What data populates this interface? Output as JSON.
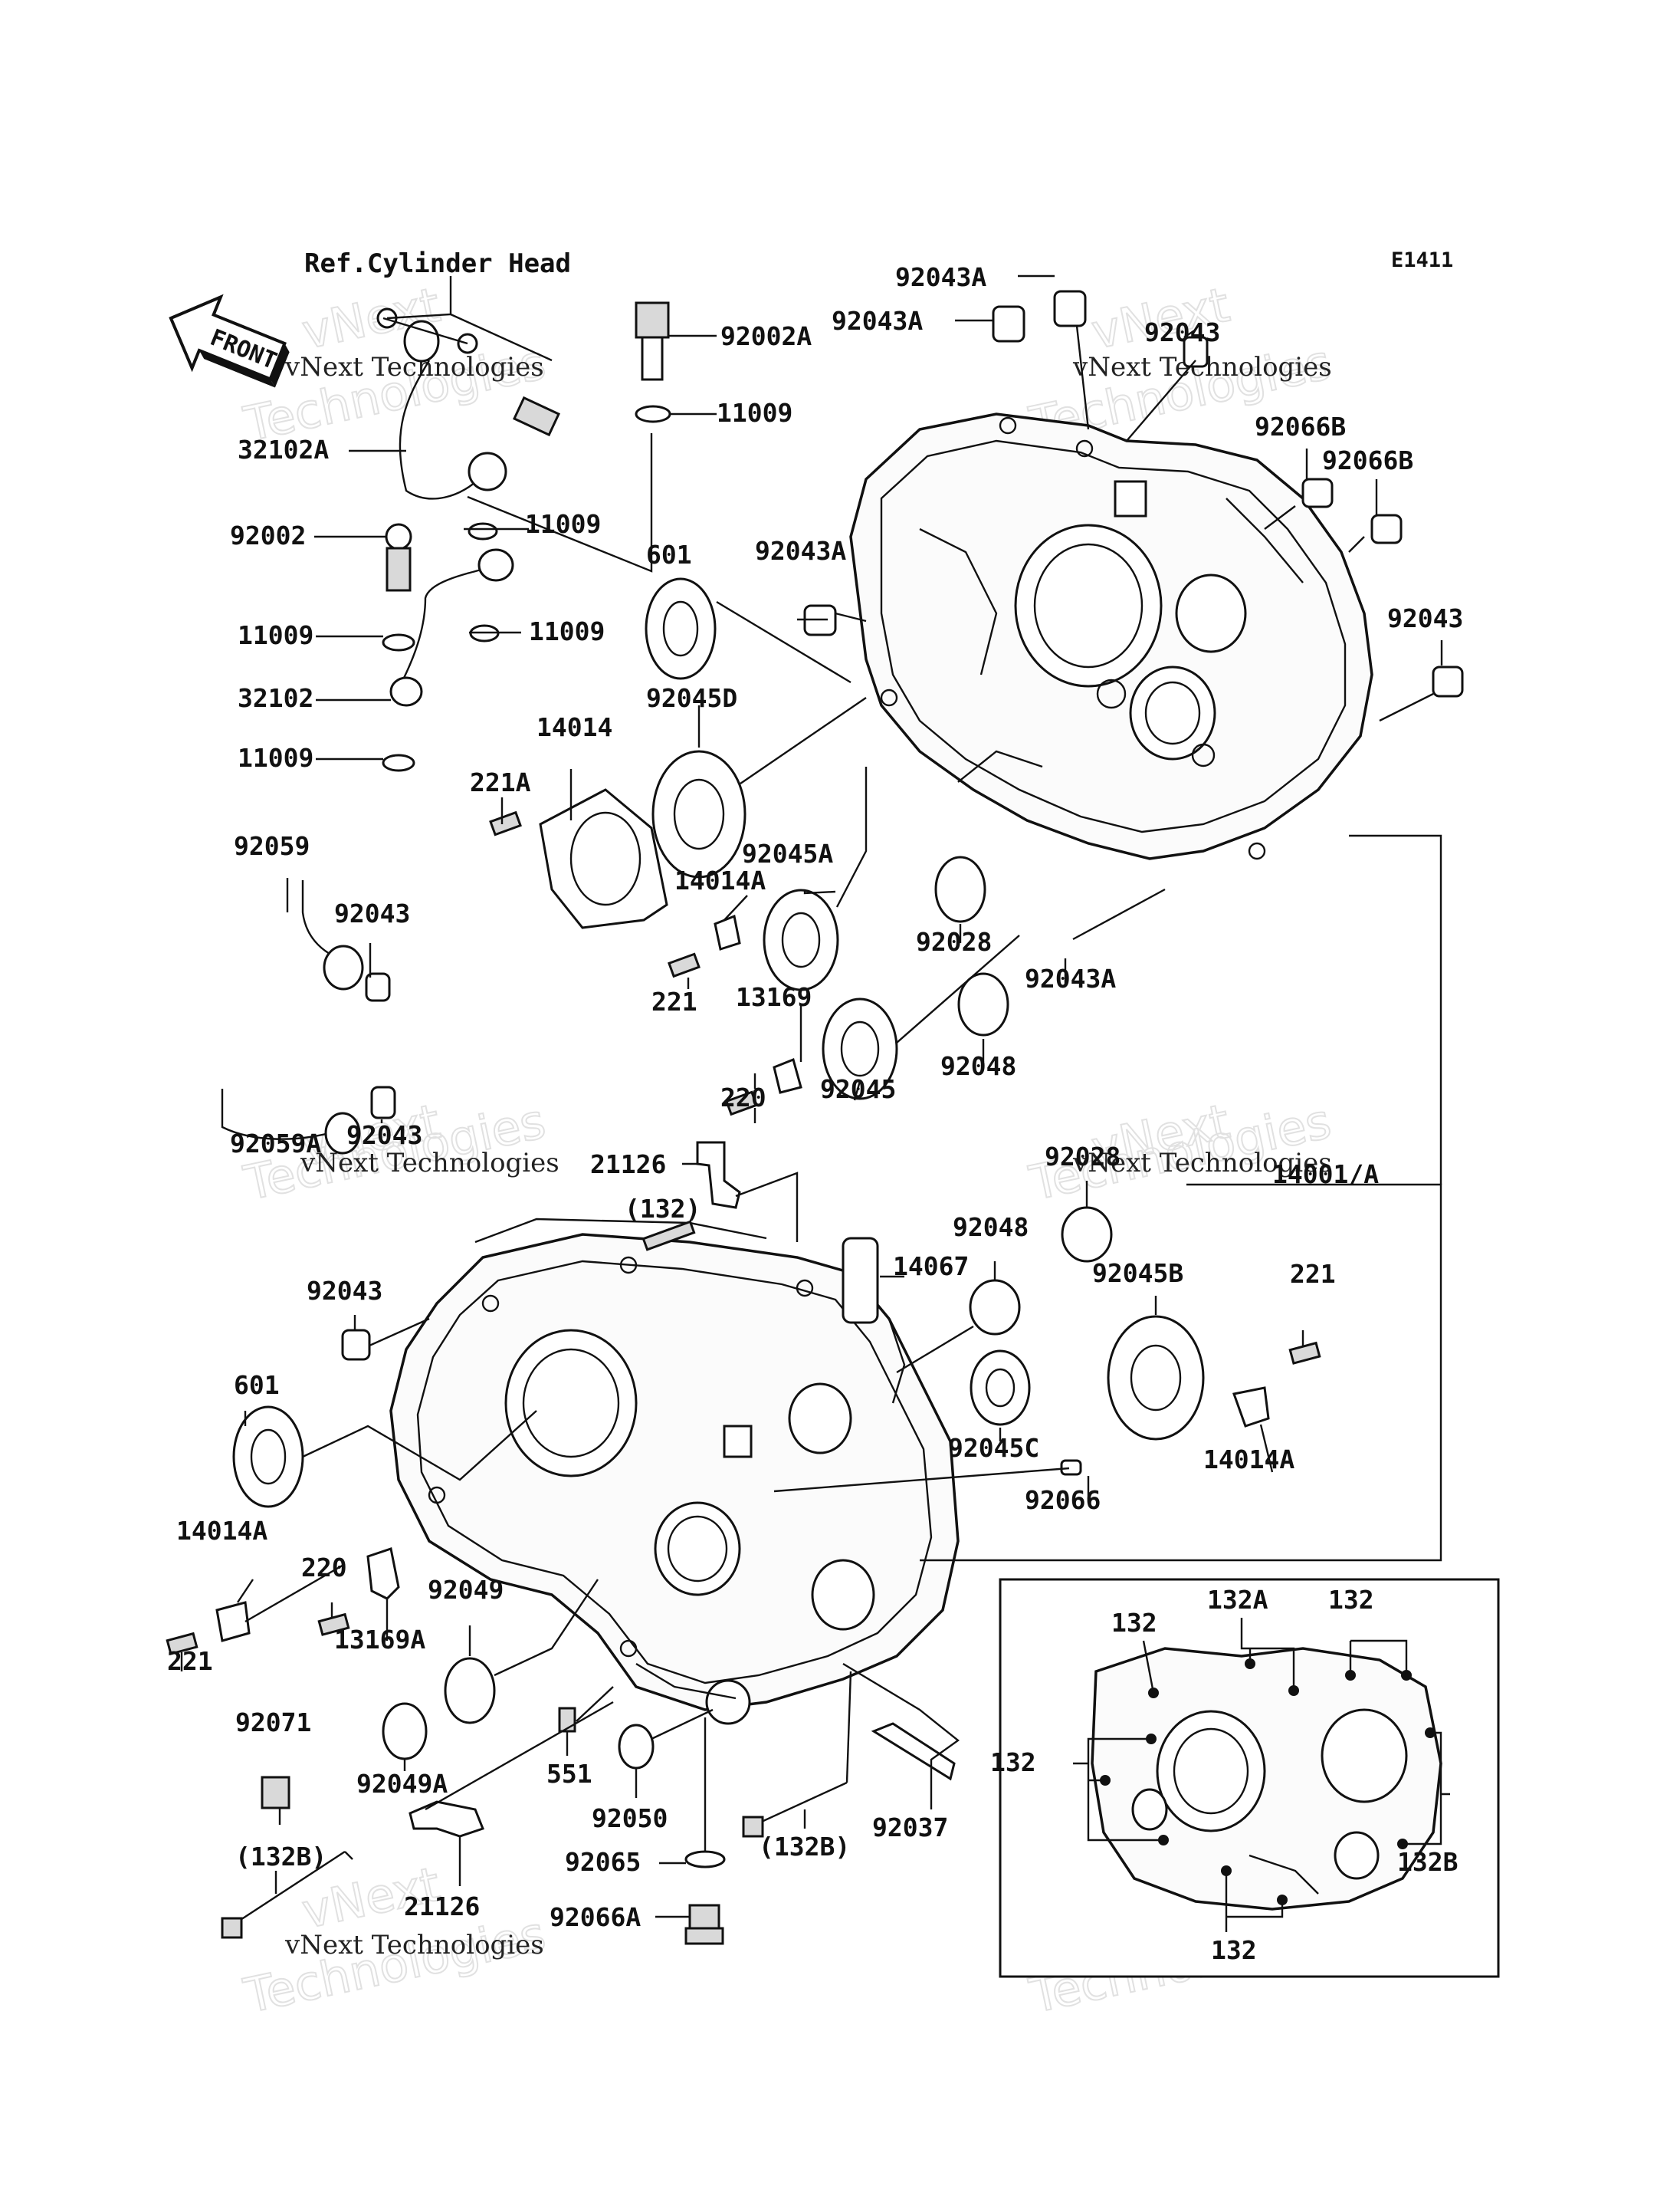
{
  "diagram_code": "E1411",
  "reference_note": "Ref.Cylinder Head",
  "direction_arrow": "FRONT",
  "watermark": {
    "line1": "vNext Technologies",
    "line2": "Technologies",
    "line3": "vNext"
  },
  "labels": {
    "l92002A": "92002A",
    "l92043A_top": "92043A",
    "l92043A_b": "92043A",
    "l92043_top": "92043",
    "l11009_a": "11009",
    "l32102A": "32102A",
    "l92002": "92002",
    "l11009_b": "11009",
    "l11009_c": "11009",
    "l11009_d": "11009",
    "l32102": "32102",
    "l11009_e": "11009",
    "l601_top": "601",
    "l92043A_c": "92043A",
    "l92066B_a": "92066B",
    "l92066B_b": "92066B",
    "l92043_r": "92043",
    "l14014": "14014",
    "l92045D": "92045D",
    "l221A": "221A",
    "l92059": "92059",
    "l92043_mid": "92043",
    "l14014A_top": "14014A",
    "l92045A": "92045A",
    "l92028_top": "92028",
    "l92043A_d": "92043A",
    "l221_top": "221",
    "l13169": "13169",
    "l92048_top": "92048",
    "l220_top": "220",
    "l92045": "92045",
    "l92059A": "92059A",
    "l92043_low": "92043",
    "l21126_top": "21126",
    "l132_paren": "(132)",
    "l92028_b": "92028",
    "l14001A": "14001/A",
    "l92048_b": "92048",
    "l14067": "14067",
    "l92045B": "92045B",
    "l221_r": "221",
    "l92043_left": "92043",
    "l601_low": "601",
    "l92045C": "92045C",
    "l14014A_r": "14014A",
    "l92066": "92066",
    "l14014A_left": "14014A",
    "l220_low": "220",
    "l92049": "92049",
    "l13169A": "13169A",
    "l221_low": "221",
    "l92071": "92071",
    "l92049A": "92049A",
    "l551": "551",
    "l92050": "92050",
    "l132B_mid": "(132B)",
    "l92037": "92037",
    "l132B_left": "(132B)",
    "l92065": "92065",
    "l21126_low": "21126",
    "l92066A": "92066A",
    "inset_132_a": "132",
    "inset_132A": "132A",
    "inset_132_b": "132",
    "inset_132_c": "132",
    "inset_132B": "132B",
    "inset_132_d": "132"
  }
}
